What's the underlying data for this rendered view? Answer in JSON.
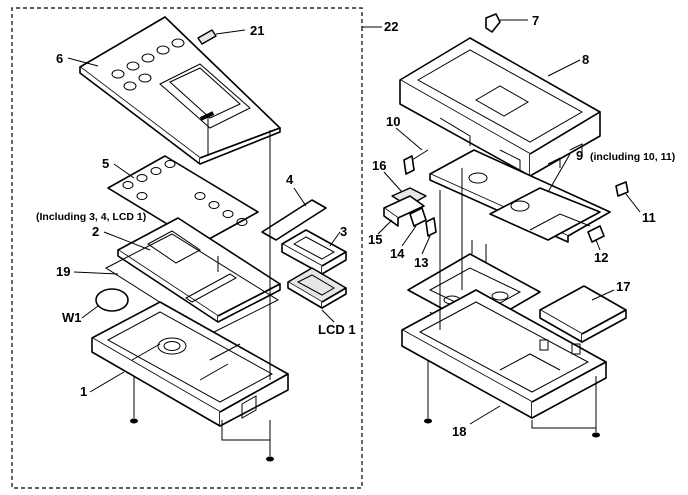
{
  "labels": {
    "p1": "1",
    "p2": "2",
    "p3": "3",
    "p4": "4",
    "p5": "5",
    "p6": "6",
    "p7": "7",
    "p8": "8",
    "p9": "9",
    "p9_note": "(including 10, 11)",
    "p10": "10",
    "p11": "11",
    "p12": "12",
    "p13": "13",
    "p14": "14",
    "p15": "15",
    "p16": "16",
    "p17": "17",
    "p18": "18",
    "p19": "19",
    "p21": "21",
    "p22": "22",
    "w1": "W1",
    "lcd1": "LCD 1",
    "p2_note": "(Including 3, 4, LCD 1)"
  }
}
